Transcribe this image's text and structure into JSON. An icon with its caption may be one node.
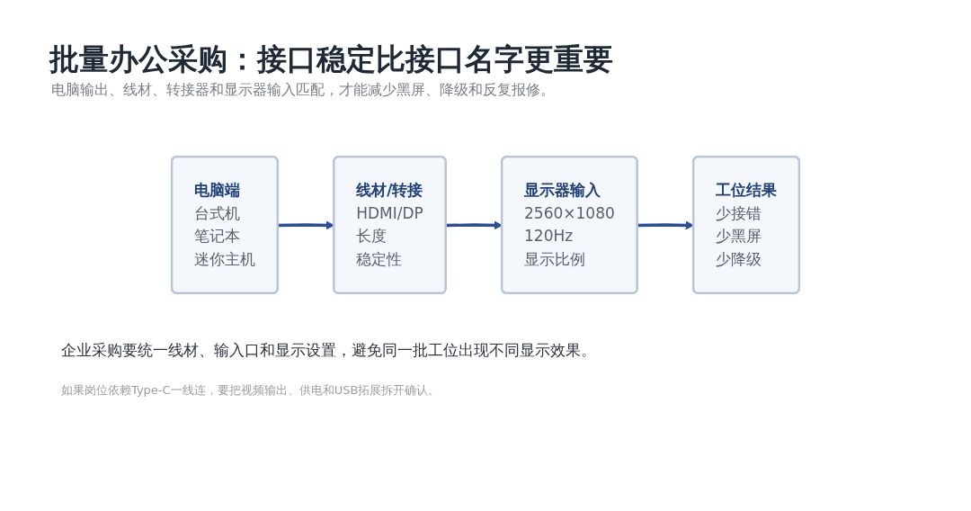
{
  "diagram": {
    "title": "批量办公采购：接口稳定比接口名字更重要",
    "nodes": [
      {
        "text": [
          "电脑端",
          "台式机",
          "笔记本",
          "迷你主机"
        ]
      },
      {
        "text": [
          "线材/转接",
          "HDMI/DP",
          "长度",
          "稳定性"
        ]
      },
      {
        "text": [
          "显示器输入",
          "2560×1080",
          "120Hz",
          "显示比例"
        ]
      },
      {
        "text": [
          "工位结果",
          "少接错",
          "少黑屏",
          "少降级"
        ]
      }
    ],
    "edges": [
      {
        "from": 0,
        "to": 1,
        "arrow": "to"
      },
      {
        "from": 1,
        "to": 2,
        "arrow": "to"
      },
      {
        "from": 2,
        "to": 3,
        "arrow": "to"
      }
    ],
    "labels": [
      "电脑输出、线材、转接器和显示器输入匹配，才能减少黑屏、降级和反复报修。",
      "企业采购要统一线材、输入口和显示设置，避免同一批工位出现不同显示效果。",
      "如果岗位依赖Type-C一线连，要把视频输出、供电和USB拓展拆开确认。"
    ]
  }
}
